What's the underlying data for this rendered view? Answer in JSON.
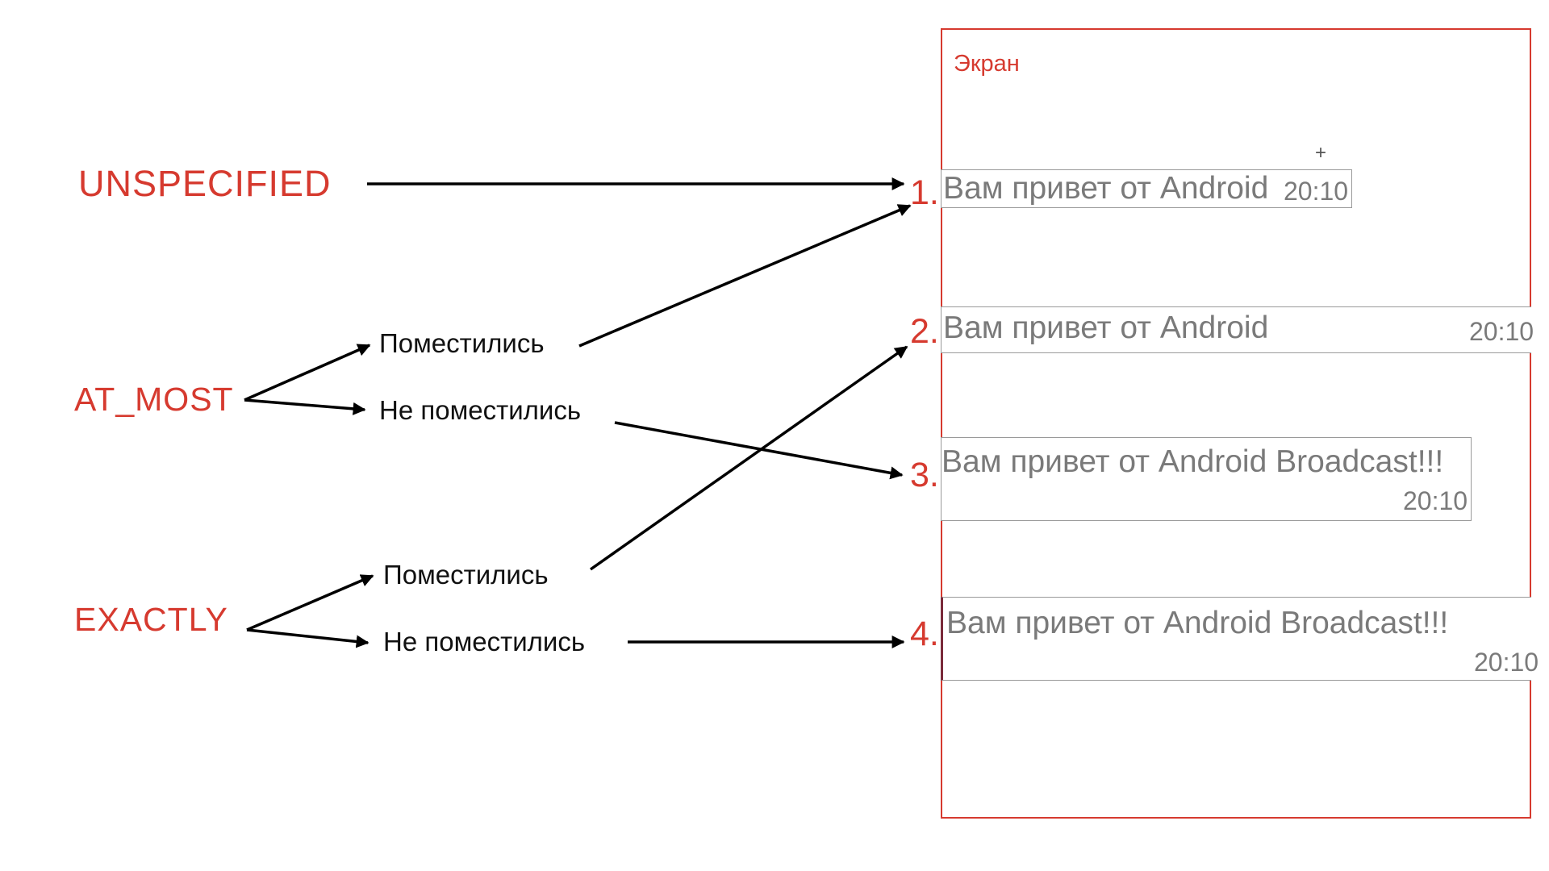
{
  "modes": {
    "unspecified": "UNSPECIFIED",
    "at_most": "AT_MOST",
    "exactly": "EXACTLY"
  },
  "branches": {
    "at_most_fit": "Поместились",
    "at_most_no_fit": "Не поместились",
    "exactly_fit": "Поместились",
    "exactly_no_fit": "Не поместились"
  },
  "screen": {
    "title": "Экран"
  },
  "messages": [
    {
      "number": "1.",
      "text": "Вам привет от Android",
      "time": "20:10"
    },
    {
      "number": "2.",
      "text": "Вам привет от Android",
      "time": "20:10"
    },
    {
      "number": "3.",
      "text": "Вам привет от Android Broadcast!!!",
      "time": "20:10"
    },
    {
      "number": "4.",
      "text": "Вам привет от Android Broadcast!!!",
      "time": "20:10"
    }
  ],
  "colors": {
    "accent": "#d63a2f",
    "text": "#111111",
    "message_text": "#7a7a7a",
    "message_border": "#9a9a9a"
  }
}
